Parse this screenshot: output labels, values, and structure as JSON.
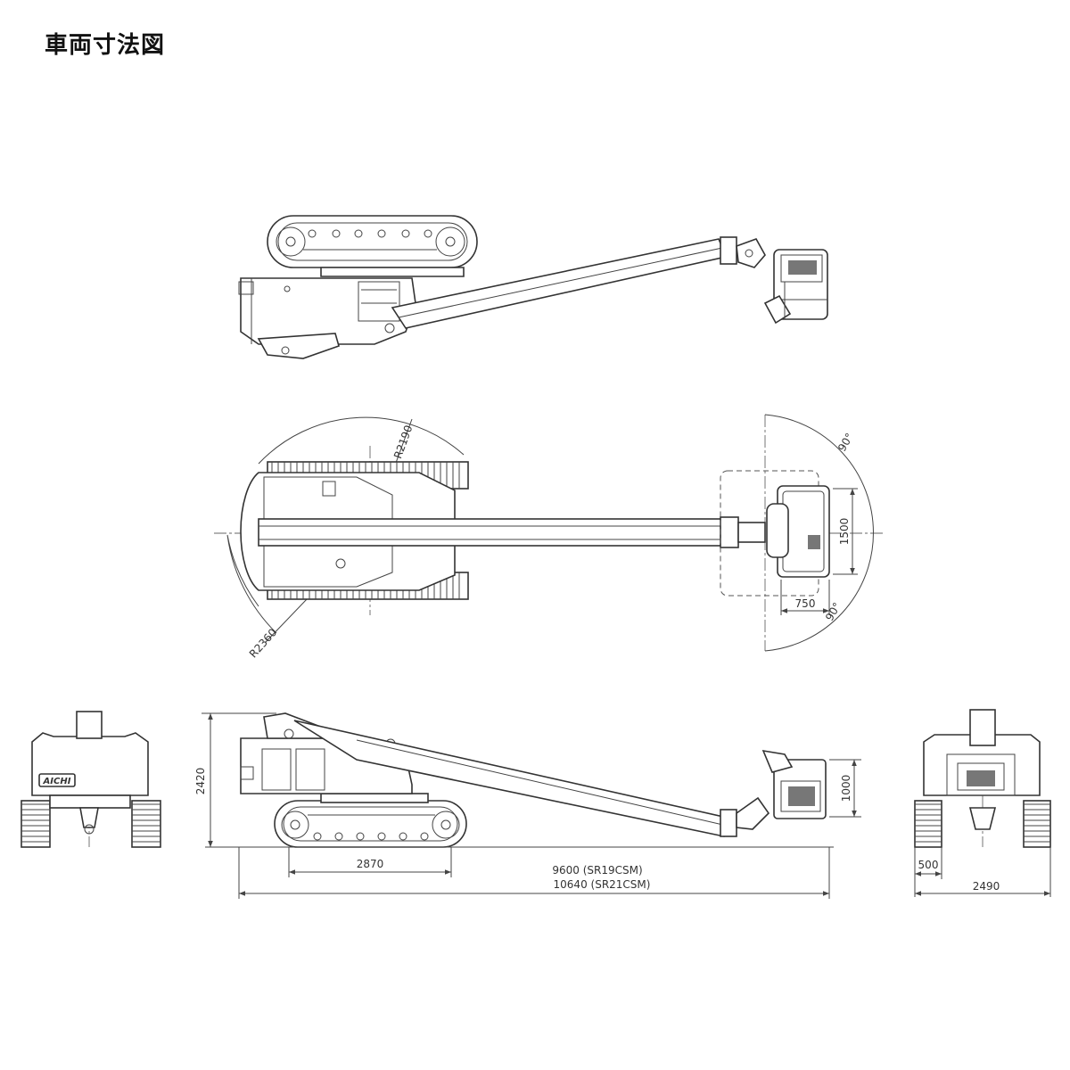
{
  "title": "車両寸法図",
  "dimensions": {
    "side_height": "2420",
    "track_length": "2870",
    "overall_length_sr19": "9600 (SR19CSM)",
    "overall_length_sr21": "10640 (SR21CSM)",
    "bucket_height": "1000",
    "swing_radius_front": "R2190",
    "swing_radius_rear": "R2360",
    "bucket_width": "1500",
    "bucket_depth": "750",
    "bucket_rotation_upper": "90°",
    "bucket_rotation_lower": "90°",
    "rear_offset": "500",
    "overall_width": "2490"
  },
  "logo": "AICHI"
}
